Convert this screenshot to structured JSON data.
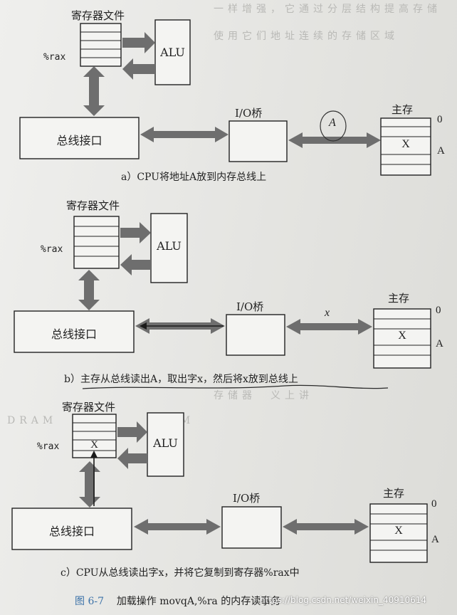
{
  "figures": [
    {
      "reg_file": "寄存器文件",
      "reg_name": "%rax",
      "alu": "ALU",
      "bus_if": "总线接口",
      "io_bridge": "I/O桥",
      "mem": "主存",
      "mem_top": "0",
      "mem_cell": "X",
      "mem_addr": "A",
      "bus_mark": "A",
      "reg_cell": "",
      "caption": "a）CPU将地址A放到内存总线上"
    },
    {
      "reg_file": "寄存器文件",
      "reg_name": "%rax",
      "alu": "ALU",
      "bus_if": "总线接口",
      "io_bridge": "I/O桥",
      "mem": "主存",
      "mem_top": "0",
      "mem_cell": "X",
      "mem_addr": "A",
      "bus_mark": "x",
      "reg_cell": "",
      "caption": "b）主存从总线读出A，取出字x，然后将x放到总线上"
    },
    {
      "reg_file": "寄存器文件",
      "reg_name": "%rax",
      "alu": "ALU",
      "bus_if": "总线接口",
      "io_bridge": "I/O桥",
      "mem": "主存",
      "mem_top": "0",
      "mem_cell": "X",
      "mem_addr": "A",
      "bus_mark": "",
      "reg_cell": "X",
      "caption": "c）CPU从总线读出字x，并将它复制到寄存器%rax中"
    }
  ],
  "footer": {
    "fig_num": "图 6-7",
    "text": "加载操作 movqA,%ra 的内存读事务"
  },
  "watermark": "https://blog.csdn.net/weixin_40910614"
}
